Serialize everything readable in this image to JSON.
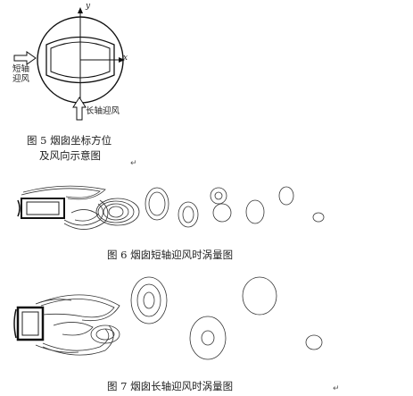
{
  "figure5": {
    "axis_y": "y",
    "axis_x": "x",
    "label_short_wind": "短轴\n迎风",
    "label_long_wind": "长轴迎风",
    "caption_line1": "图 5   烟囱坐标方位",
    "caption_line2": "及风向示意图"
  },
  "figure6": {
    "caption": "图 6    烟囱短轴迎风时涡量图"
  },
  "figure7": {
    "caption": "图 7    烟囱长轴迎风时涡量图"
  },
  "paragraph_mark": "↵"
}
